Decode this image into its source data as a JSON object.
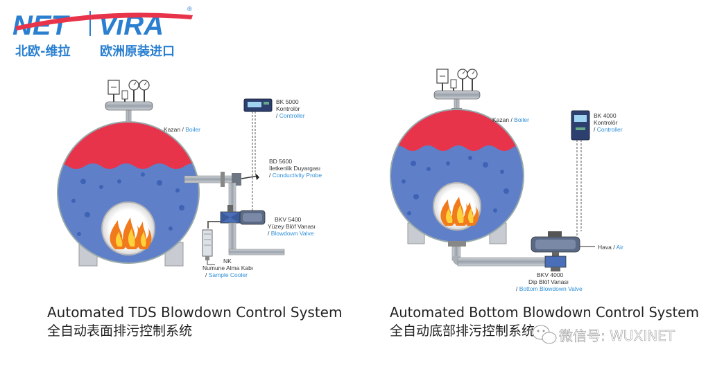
{
  "logo": {
    "brand_left": "NET",
    "brand_right": "ViRA",
    "registered": "®",
    "tagline_left": "北欧-维拉",
    "tagline_right": "欧洲原装进口"
  },
  "left_system": {
    "boiler_tr": "Kazan",
    "boiler_en": "Boiler",
    "controller_code": "BK 5000",
    "controller_tr": "Kontrolör",
    "controller_en": "Controller",
    "probe_code": "BD 5600",
    "probe_tr": "İletkenlik Duyargası",
    "probe_en": "Conductivity Probe",
    "valve_code": "BKV 5400",
    "valve_tr": "Yüzey Blöf Vanası",
    "valve_en": "Blowdown Valve",
    "cooler_code": "NK",
    "cooler_tr": "Numune Alma Kabı",
    "cooler_en": "Sample Cooler",
    "caption_en": "Automated TDS Blowdown Control System",
    "caption_cn": "全自动表面排污控制系统"
  },
  "right_system": {
    "boiler_tr": "Kazan",
    "boiler_en": "Boiler",
    "controller_code": "BK 4000",
    "controller_tr": "Kontrolör",
    "controller_en": "Controller",
    "air_tr": "Hava",
    "air_en": "Air",
    "valve_code": "BKV 4000",
    "valve_tr": "Dip Blöf Vanası",
    "valve_en": "Bottom Blowdown Valve",
    "caption_en": "Automated Bottom Blowdown Control System",
    "caption_cn": "全自动底部排污控制系统"
  },
  "watermark": {
    "text": "微信号: WUXINET"
  },
  "colors": {
    "boiler_top": "#e8344a",
    "water": "#5f7fc8",
    "bubble": "#3e63b5",
    "fire": "#f07a1c",
    "brand_blue": "#2a7fd0",
    "label_blue": "#2f8fd8"
  }
}
